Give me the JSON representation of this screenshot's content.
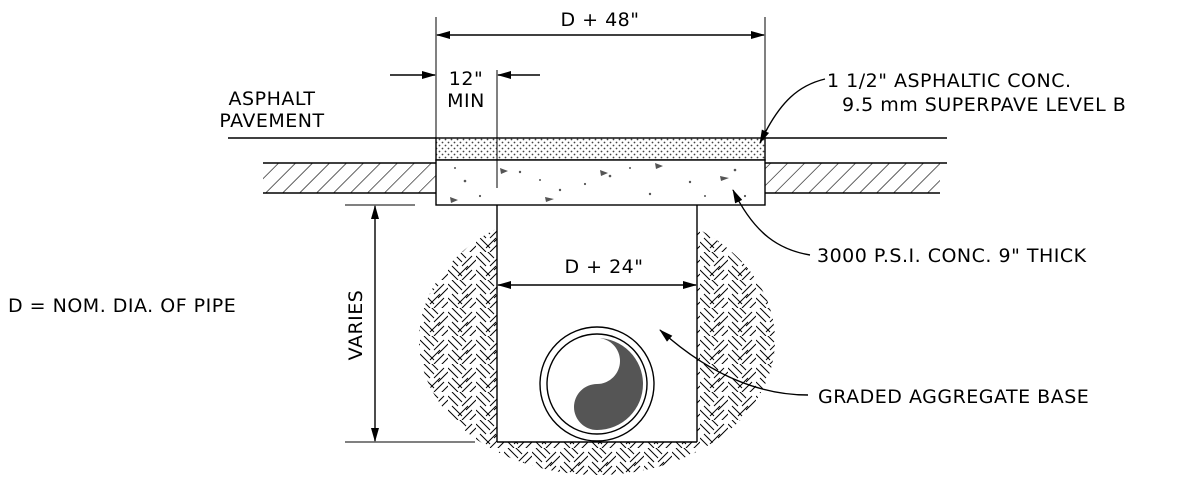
{
  "dimensions": {
    "top_width": "D + 48\"",
    "min_offset_line1": "12\"",
    "min_offset_line2": "MIN",
    "trench_width": "D + 24\"",
    "depth": "VARIES"
  },
  "labels": {
    "asphalt_line1": "ASPHALT",
    "asphalt_line2": "PAVEMENT",
    "asphaltic_conc_line1": "1 1/2\" ASPHALTIC CONC.",
    "asphaltic_conc_line2": "9.5 mm SUPERPAVE LEVEL B",
    "concrete": "3000 P.S.I. CONC. 9\" THICK",
    "aggregate": "GRADED AGGREGATE BASE",
    "definition": "D = NOM. DIA. OF PIPE"
  }
}
